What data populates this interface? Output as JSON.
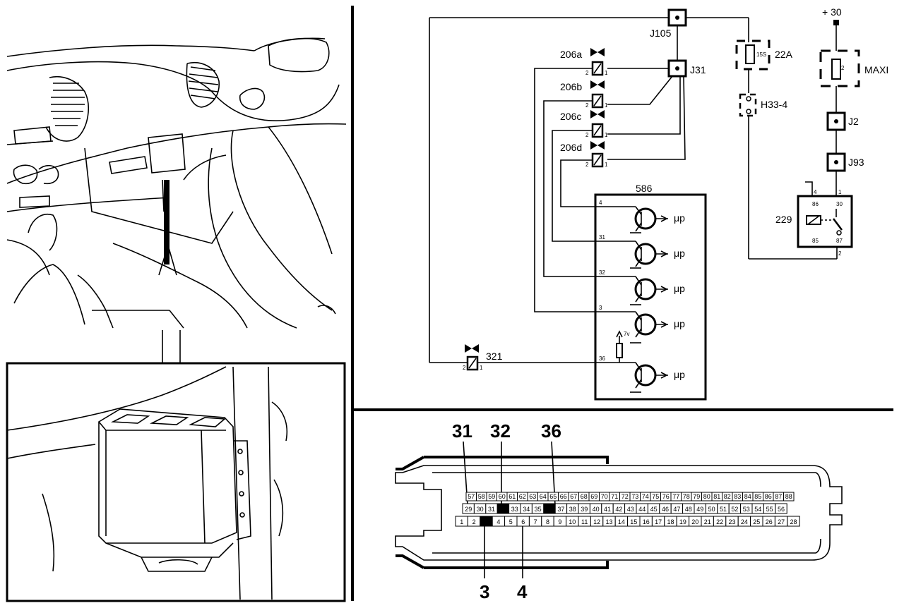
{
  "schematic": {
    "j105": "J105",
    "j31": "J31",
    "fuse_22a_label": "22A",
    "fuse_22a_rating": "15S",
    "h33_4": "H33-4",
    "plus30": "+ 30",
    "maxi_label": "MAXI",
    "maxi_rating": "2",
    "j2": "J2",
    "j93": "J93",
    "relay": "229",
    "relay_pin4": "4",
    "relay_pin1": "1",
    "relay_pin86": "86",
    "relay_pin30": "30",
    "relay_pin85": "85",
    "relay_pin87": "87",
    "relay_pin2": "2",
    "module": "586",
    "valves": [
      "206a",
      "206b",
      "206c",
      "206d"
    ],
    "valve_pin_left": "2",
    "valve_pin_right": "1",
    "sensor": "321",
    "module_pins": [
      "4",
      "31",
      "32",
      "3",
      "36"
    ],
    "mu_p": "μp",
    "pullup_voltage": "7v"
  },
  "connector": {
    "callouts_top": [
      "31",
      "32",
      "36"
    ],
    "callouts_bottom": [
      "3",
      "4"
    ],
    "row_top": [
      "57",
      "58",
      "59",
      "60",
      "61",
      "62",
      "63",
      "64",
      "65",
      "66",
      "67",
      "68",
      "69",
      "70",
      "71",
      "72",
      "73",
      "74",
      "75",
      "76",
      "77",
      "78",
      "79",
      "80",
      "81",
      "82",
      "83",
      "84",
      "85",
      "86",
      "87",
      "88"
    ],
    "row_mid": [
      "29",
      "30",
      "31",
      "32",
      "33",
      "34",
      "35",
      "36",
      "37",
      "38",
      "39",
      "40",
      "41",
      "42",
      "43",
      "44",
      "45",
      "46",
      "47",
      "48",
      "49",
      "50",
      "51",
      "52",
      "53",
      "54",
      "55",
      "56"
    ],
    "row_bot": [
      "1",
      "2",
      "3",
      "4",
      "5",
      "6",
      "7",
      "8",
      "9",
      "10",
      "11",
      "12",
      "13",
      "14",
      "15",
      "16",
      "17",
      "18",
      "19",
      "20",
      "21",
      "22",
      "23",
      "24",
      "25",
      "26",
      "27",
      "28"
    ]
  }
}
